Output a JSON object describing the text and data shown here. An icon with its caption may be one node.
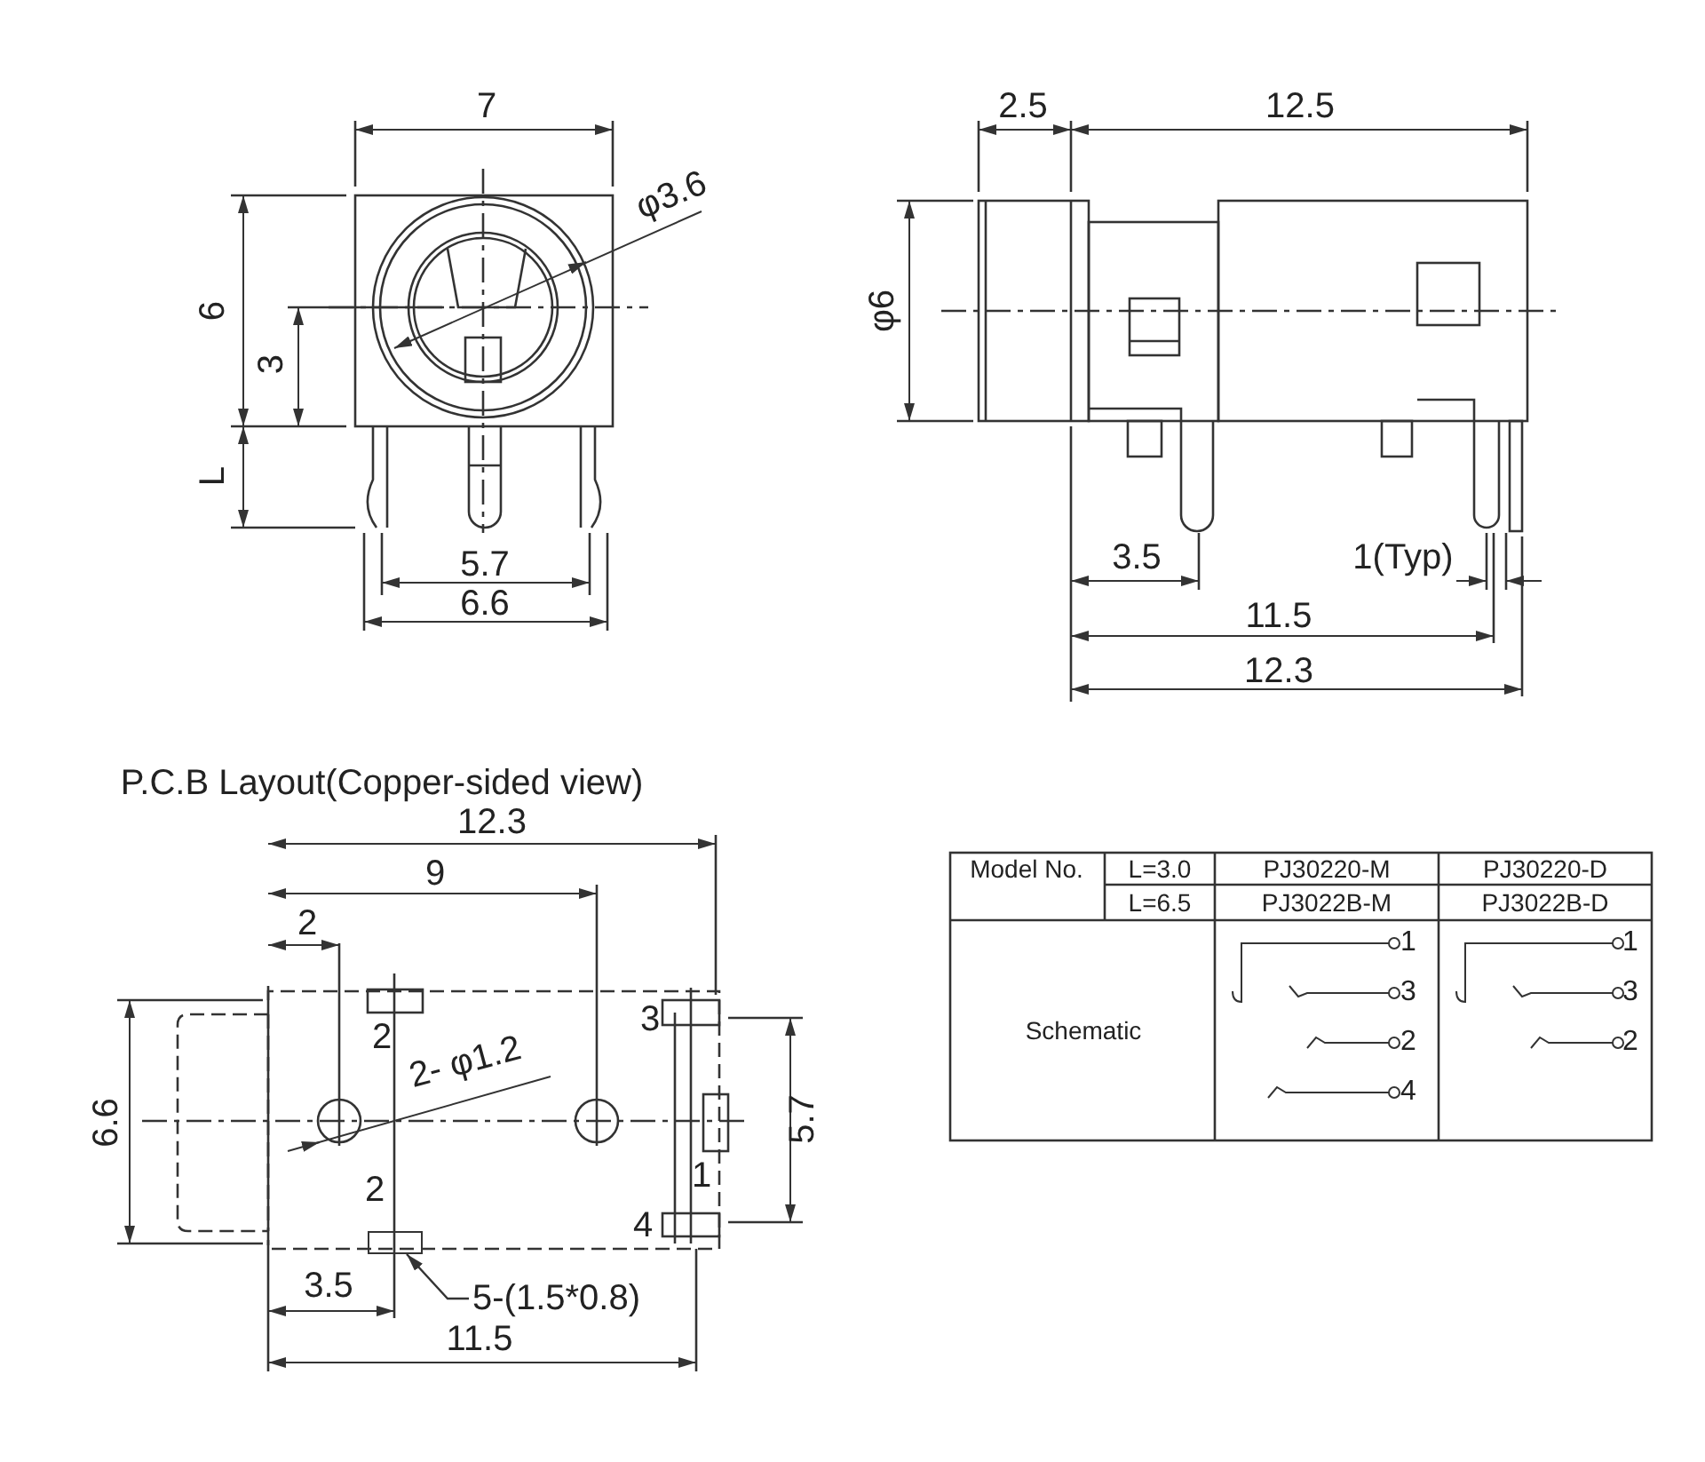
{
  "diagram": {
    "nodes": [
      {
        "text": [
          "5-(1.5*0.8)"
        ]
      },
      {
        "text": [],
        "shape": "box"
      }
    ],
    "edges": [
      {
        "from": 0,
        "to": 1,
        "arrow": "to"
      }
    ],
    "labels": [
      "7",
      "φ3.6",
      "2.5",
      "12.5",
      "6",
      "3",
      "L",
      "φ6",
      "5.7",
      "6.6",
      "3.5",
      "1(Typ)",
      "11.5",
      "12.3",
      "P.C.B Layout(Copper-sided view)",
      "12.3",
      "9",
      "2",
      "2",
      "3",
      "2- φ1.2",
      "6.6",
      "5.7",
      "1",
      "2",
      "4",
      "3.5",
      "11.5",
      "Model No.",
      "L=3.0",
      "PJ30220-M",
      "PJ30220-D",
      "L=6.5",
      "PJ3022B-M",
      "PJ3022B-D",
      "Schematic",
      "1",
      "3",
      "2",
      "4",
      "1",
      "3",
      "2"
    ]
  }
}
